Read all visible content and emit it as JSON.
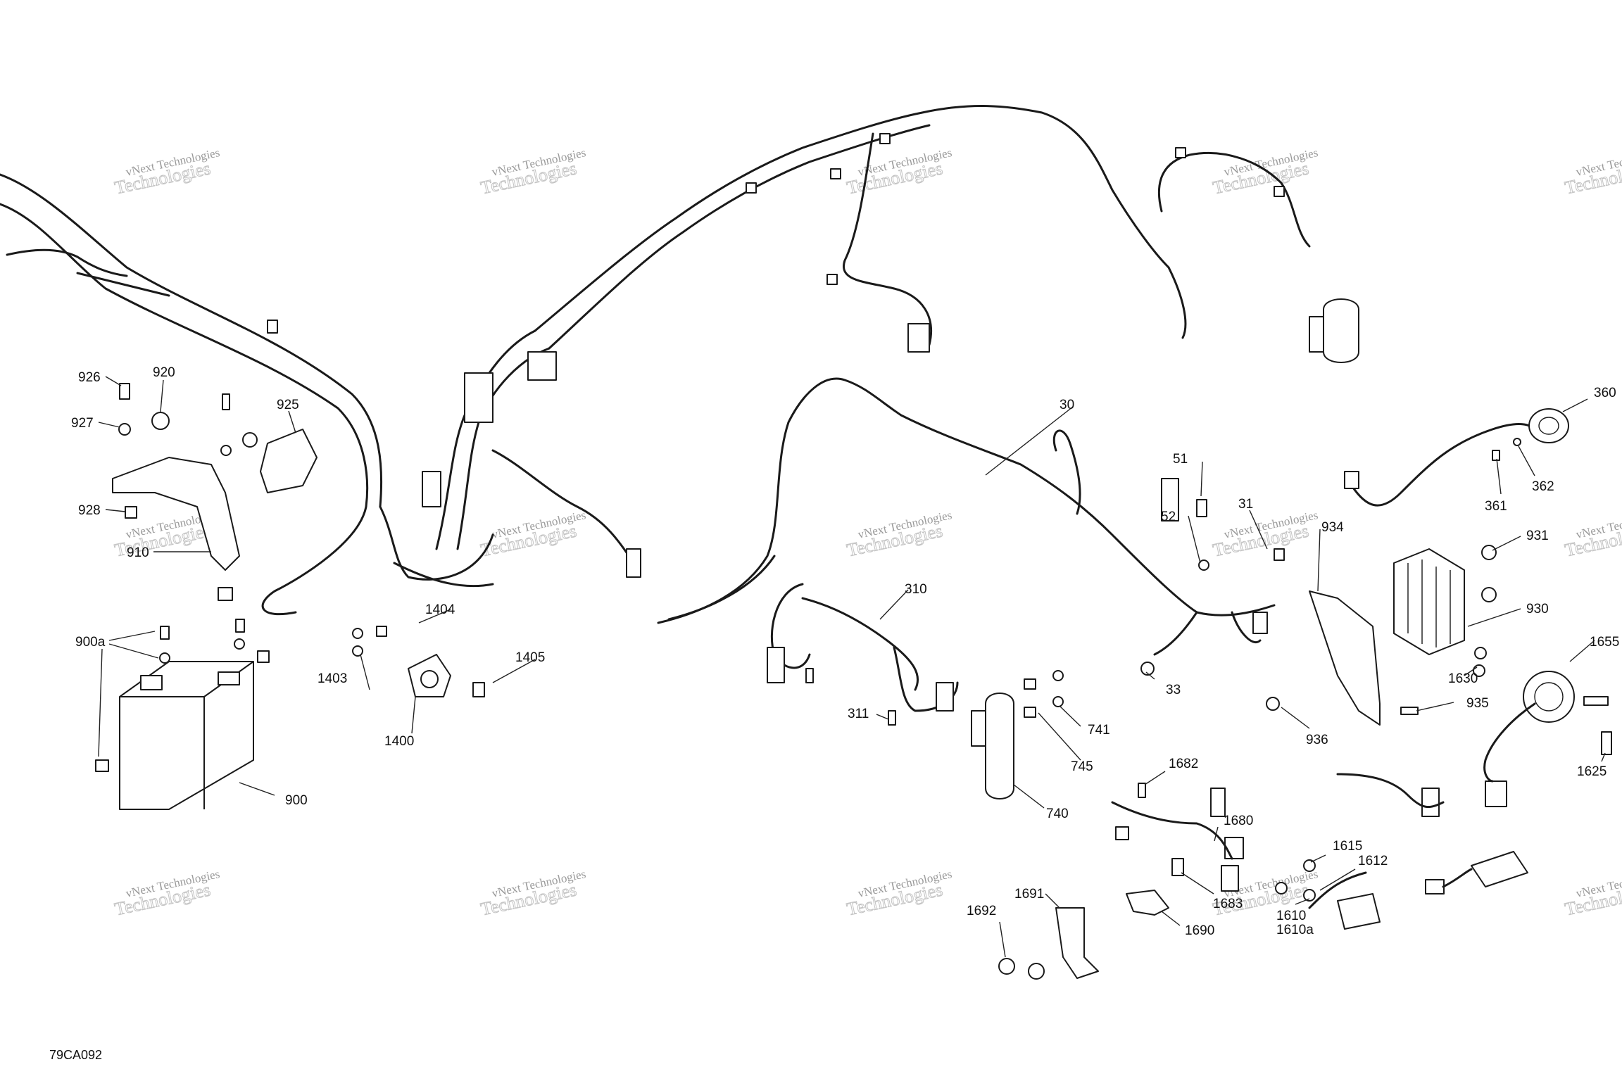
{
  "drawing_code": "79CA092",
  "watermark": {
    "line1": "vNext Technologies",
    "line2": "Technologies"
  },
  "callouts": [
    {
      "id": "926",
      "label": "926"
    },
    {
      "id": "920",
      "label": "920"
    },
    {
      "id": "927",
      "label": "927"
    },
    {
      "id": "925",
      "label": "925"
    },
    {
      "id": "928",
      "label": "928"
    },
    {
      "id": "910",
      "label": "910"
    },
    {
      "id": "900a",
      "label": "900a"
    },
    {
      "id": "900",
      "label": "900"
    },
    {
      "id": "1404",
      "label": "1404"
    },
    {
      "id": "1403",
      "label": "1403"
    },
    {
      "id": "1405",
      "label": "1405"
    },
    {
      "id": "1400",
      "label": "1400"
    },
    {
      "id": "30",
      "label": "30"
    },
    {
      "id": "310",
      "label": "310"
    },
    {
      "id": "311",
      "label": "311"
    },
    {
      "id": "741",
      "label": "741"
    },
    {
      "id": "745",
      "label": "745"
    },
    {
      "id": "740",
      "label": "740"
    },
    {
      "id": "51",
      "label": "51"
    },
    {
      "id": "52",
      "label": "52"
    },
    {
      "id": "31",
      "label": "31"
    },
    {
      "id": "33",
      "label": "33"
    },
    {
      "id": "934",
      "label": "934"
    },
    {
      "id": "931",
      "label": "931"
    },
    {
      "id": "930",
      "label": "930"
    },
    {
      "id": "936",
      "label": "936"
    },
    {
      "id": "935",
      "label": "935"
    },
    {
      "id": "1630",
      "label": "1630"
    },
    {
      "id": "1655",
      "label": "1655"
    },
    {
      "id": "1625",
      "label": "1625"
    },
    {
      "id": "360",
      "label": "360"
    },
    {
      "id": "361",
      "label": "361"
    },
    {
      "id": "362",
      "label": "362"
    },
    {
      "id": "1682",
      "label": "1682"
    },
    {
      "id": "1680",
      "label": "1680"
    },
    {
      "id": "1683",
      "label": "1683"
    },
    {
      "id": "1691",
      "label": "1691"
    },
    {
      "id": "1692",
      "label": "1692"
    },
    {
      "id": "1690",
      "label": "1690"
    },
    {
      "id": "1615",
      "label": "1615"
    },
    {
      "id": "1612",
      "label": "1612"
    },
    {
      "id": "1610",
      "label": "1610"
    },
    {
      "id": "1610a",
      "label": "1610a"
    }
  ]
}
